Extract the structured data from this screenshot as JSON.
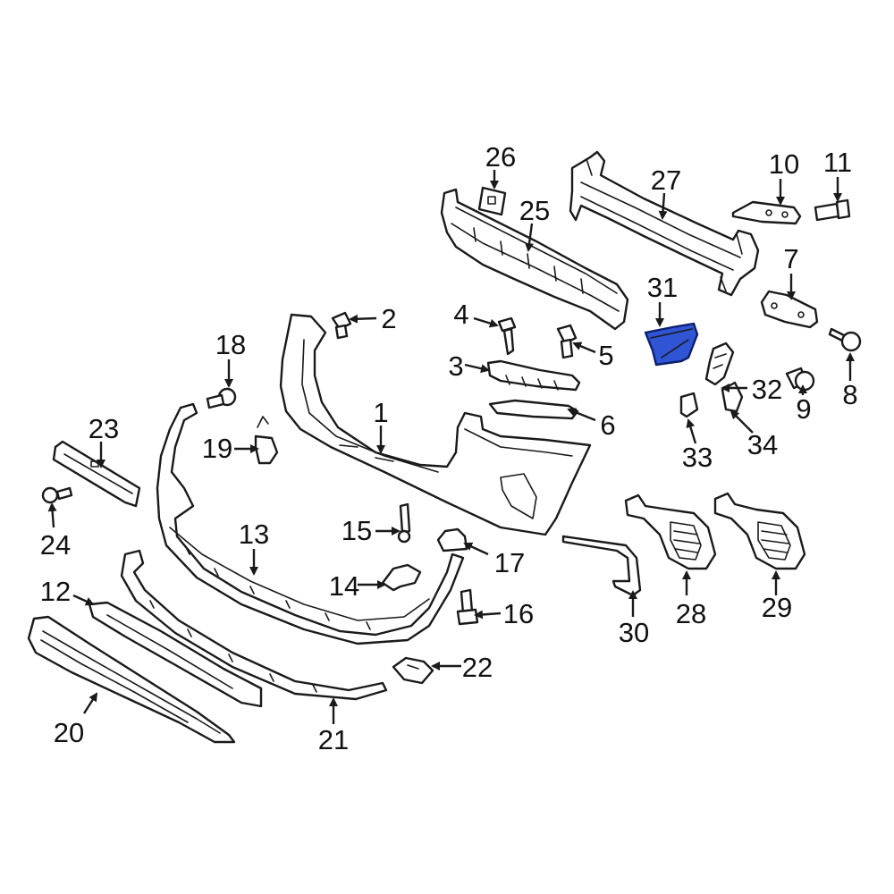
{
  "diagram": {
    "highlight_color": "#2f55d4",
    "line_color": "#1a1a1a",
    "highlighted_part": "31",
    "callouts": [
      "1",
      "2",
      "3",
      "4",
      "5",
      "6",
      "7",
      "8",
      "9",
      "10",
      "11",
      "12",
      "13",
      "14",
      "15",
      "16",
      "17",
      "18",
      "19",
      "20",
      "21",
      "22",
      "23",
      "24",
      "25",
      "26",
      "27",
      "28",
      "29",
      "30",
      "31",
      "32",
      "33",
      "34"
    ]
  }
}
